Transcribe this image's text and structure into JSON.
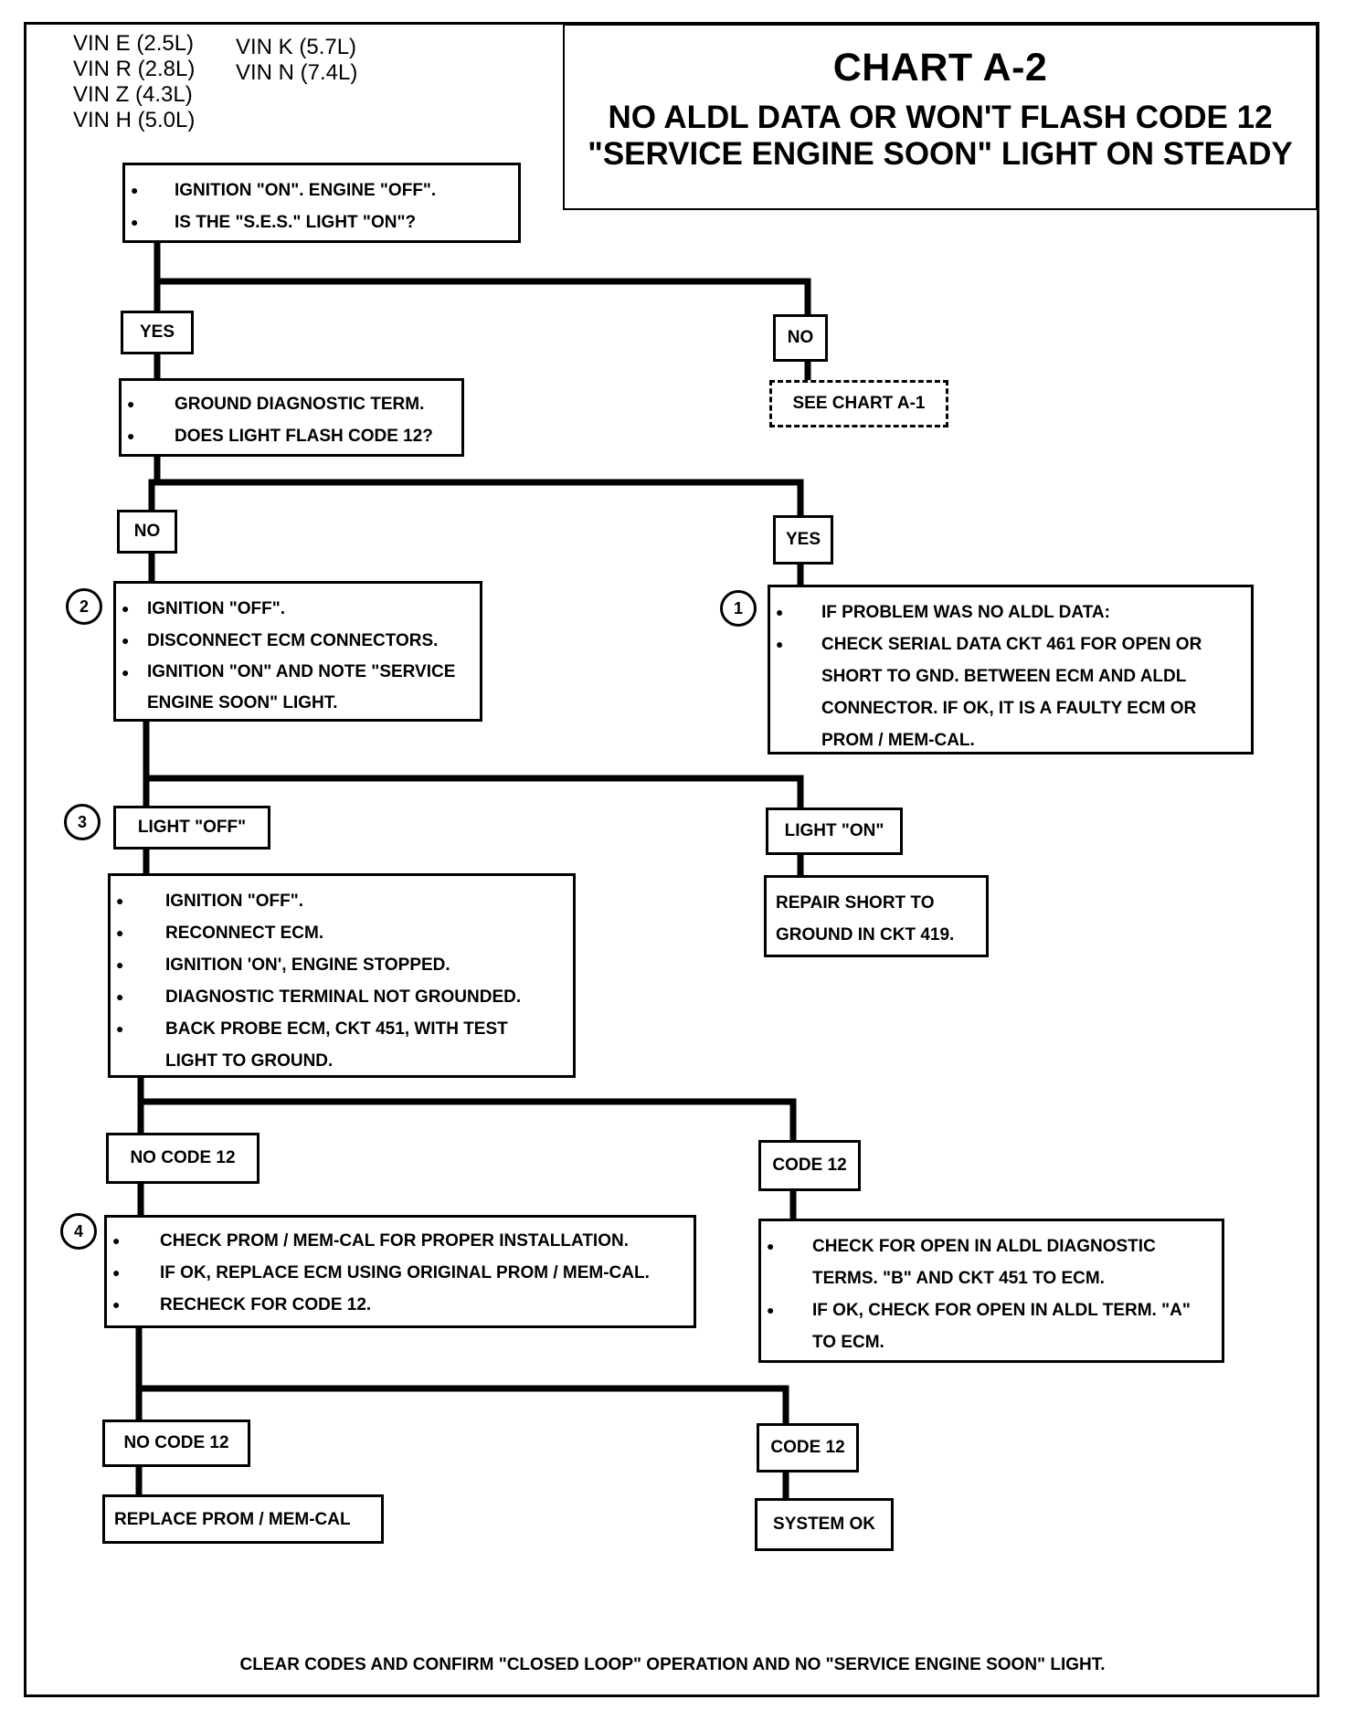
{
  "vin_list": [
    "VIN E (2.5L)",
    "VIN R (2.8L)",
    "VIN Z (4.3L)",
    "VIN H (5.0L)",
    "VIN K (5.7L)",
    "VIN N (7.4L)"
  ],
  "title": {
    "chart": "CHART A-2",
    "line1": "NO ALDL DATA OR WON'T FLASH CODE 12",
    "line2": "\"SERVICE ENGINE SOON\" LIGHT ON STEADY"
  },
  "nodes": {
    "start": [
      "IGNITION \"ON\". ENGINE \"OFF\".",
      "IS THE \"S.E.S.\" LIGHT \"ON\"?"
    ],
    "ground_diag": [
      "GROUND DIAGNOSTIC TERM.",
      "DOES LIGHT FLASH CODE 12?"
    ],
    "see_chart": "SEE CHART A-1",
    "step2": [
      "IGNITION \"OFF\".",
      "DISCONNECT ECM CONNECTORS.",
      "IGNITION \"ON\" AND NOTE \"SERVICE ENGINE SOON\" LIGHT."
    ],
    "step1": [
      "IF PROBLEM WAS NO ALDL DATA:",
      "CHECK SERIAL DATA CKT 461 FOR OPEN OR SHORT TO GND. BETWEEN ECM AND ALDL CONNECTOR. IF OK, IT IS A FAULTY ECM OR PROM / MEM-CAL."
    ],
    "repair_short": [
      "REPAIR SHORT TO",
      "GROUND IN CKT 419."
    ],
    "step3": [
      "IGNITION \"OFF\".",
      "RECONNECT ECM.",
      "IGNITION 'ON', ENGINE STOPPED.",
      "DIAGNOSTIC TERMINAL NOT GROUNDED.",
      "BACK PROBE ECM, CKT 451, WITH TEST LIGHT TO GROUND."
    ],
    "step4": [
      "CHECK PROM / MEM-CAL FOR PROPER INSTALLATION.",
      "IF OK, REPLACE ECM USING ORIGINAL PROM / MEM-CAL.",
      "RECHECK FOR CODE 12."
    ],
    "check_open": [
      "CHECK FOR OPEN IN ALDL DIAGNOSTIC TERMS. \"B\" AND CKT 451 TO ECM.",
      "IF OK, CHECK FOR OPEN IN ALDL TERM. \"A\" TO ECM."
    ],
    "replace_prom": "REPLACE PROM / MEM-CAL",
    "system_ok": "SYSTEM OK"
  },
  "labels": {
    "yes1": "YES",
    "no1": "NO",
    "no2": "NO",
    "yes2": "YES",
    "light_off": "LIGHT \"OFF\"",
    "light_on": "LIGHT \"ON\"",
    "no_code12_a": "NO CODE 12",
    "code12_a": "CODE 12",
    "no_code12_b": "NO CODE 12",
    "code12_b": "CODE 12"
  },
  "step_numbers": {
    "n1": "1",
    "n2": "2",
    "n3": "3",
    "n4": "4"
  },
  "footer": "CLEAR CODES AND CONFIRM \"CLOSED LOOP\" OPERATION AND NO \"SERVICE ENGINE SOON\" LIGHT."
}
